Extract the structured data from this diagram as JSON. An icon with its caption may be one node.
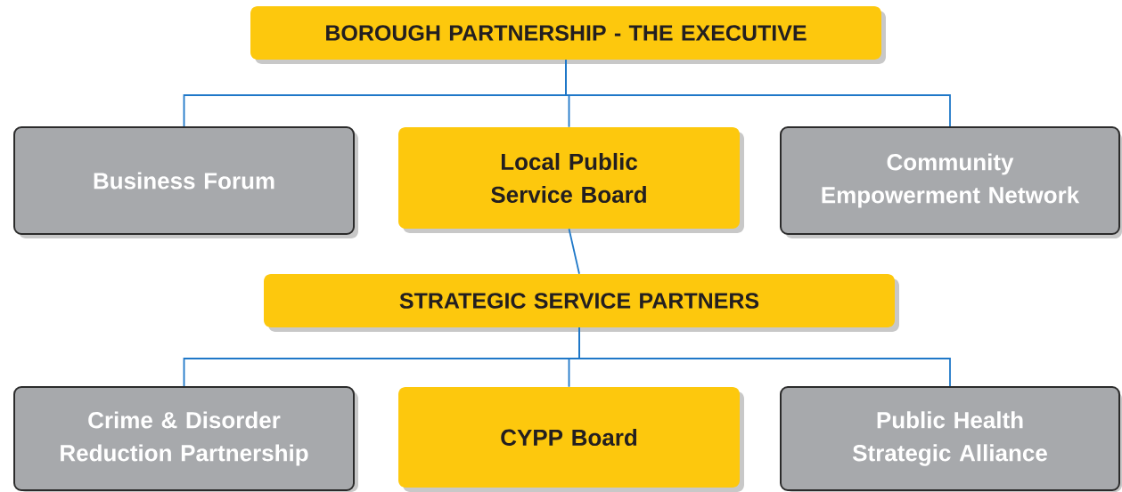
{
  "diagram": {
    "nodes": [
      {
        "text": [
          "BOROUGH PARTNERSHIP - THE EXECUTIVE"
        ]
      },
      {
        "text": [
          "Business Forum"
        ]
      },
      {
        "text": [
          "Local Public Service Board"
        ]
      },
      {
        "text": [
          "Community Empowerment Network"
        ]
      },
      {
        "text": [
          "STRATEGIC SERVICE PARTNERS"
        ]
      },
      {
        "text": [
          "Crime & Disorder Reduction Partnership"
        ]
      },
      {
        "text": [
          "CYPP Board"
        ]
      },
      {
        "text": [
          "Public Health Strategic Alliance"
        ]
      }
    ],
    "edges": [
      {
        "from": 0,
        "to": 1,
        "arrow": "none"
      },
      {
        "from": 0,
        "to": 2,
        "arrow": "none"
      },
      {
        "from": 0,
        "to": 3,
        "arrow": "none"
      },
      {
        "from": 2,
        "to": 4,
        "arrow": "none"
      },
      {
        "from": 4,
        "to": 5,
        "arrow": "none"
      },
      {
        "from": 4,
        "to": 6,
        "arrow": "none"
      },
      {
        "from": 4,
        "to": 7,
        "arrow": "none"
      }
    ]
  }
}
